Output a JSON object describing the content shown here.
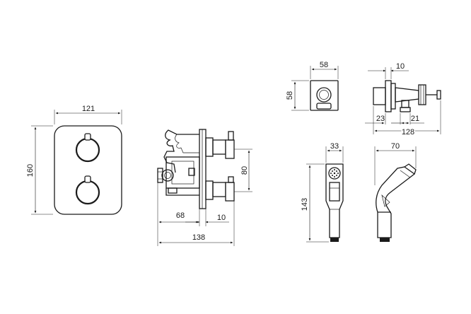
{
  "dimensions": {
    "front_width": "121",
    "front_height": "160",
    "side_spacing": "80",
    "side_depth_68": "68",
    "side_depth_10": "10",
    "side_total": "138",
    "outlet_front_width": "58",
    "outlet_front_height": "58",
    "outlet_side_10": "10",
    "outlet_side_23": "23",
    "outlet_side_21": "21",
    "outlet_side_total": "128",
    "handset_width": "33",
    "handset_height": "143",
    "handset_side_width": "70"
  }
}
